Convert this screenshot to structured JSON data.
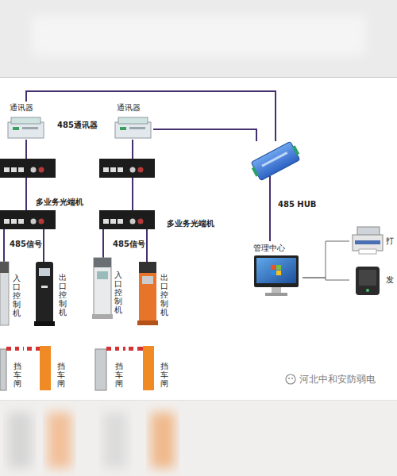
{
  "diagram": {
    "nodes": [
      {
        "text": [
          "通讯器"
        ]
      },
      {
        "text": [
          "通讯器"
        ]
      },
      {
        "text": [
          "入口控制机"
        ]
      },
      {
        "text": [
          "出口控制机"
        ]
      },
      {
        "text": [
          "入口控制机"
        ]
      },
      {
        "text": [
          "出口控制机"
        ]
      },
      {
        "text": [
          "挡车闸"
        ]
      },
      {
        "text": [
          "挡车闸"
        ]
      },
      {
        "text": [
          "挡车闸"
        ]
      },
      {
        "text": [
          "挡车闸"
        ]
      },
      {
        "text": [
          "485 HUB"
        ]
      },
      {
        "text": [
          "管理中心"
        ]
      },
      {
        "text": [
          "打"
        ]
      },
      {
        "text": [
          "发"
        ]
      }
    ],
    "edges": [
      {
        "from": 0,
        "to": 10,
        "arrow": "none"
      },
      {
        "from": 1,
        "to": 10,
        "arrow": "none"
      },
      {
        "from": 10,
        "to": 11,
        "arrow": "none"
      },
      {
        "from": 11,
        "to": 12,
        "arrow": "none"
      },
      {
        "from": 11,
        "to": 13,
        "arrow": "none"
      }
    ],
    "labels": [
      "485通讯器",
      "多业务光端机",
      "多业务光端机",
      "485信号",
      "485信号",
      "河北中和安防弱电"
    ]
  }
}
